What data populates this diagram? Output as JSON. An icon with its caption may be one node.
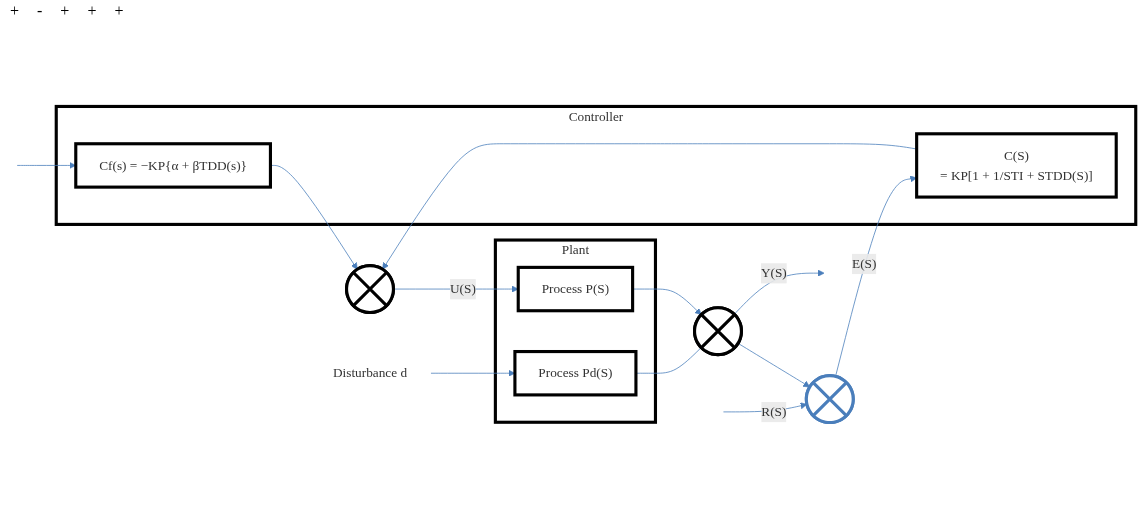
{
  "diagram": {
    "nodes": [
      {
        "text": [
          "Controller"
        ]
      },
      {
        "text": [
          "Cf(s) = −KP{α + βTDD(s)}"
        ],
        "in": 0
      },
      {
        "text": [
          "C(S)",
          "= KP[1 + 1/STI + STDD(S)]"
        ],
        "in": 0
      },
      {
        "text": [
          "Plant"
        ]
      },
      {
        "text": [
          "Process Pd(S)"
        ],
        "in": 3
      },
      {
        "text": [
          "Process P(S)"
        ],
        "in": 3
      },
      {
        "text": [],
        "shape": "circle"
      },
      {
        "text": [],
        "shape": "circle"
      },
      {
        "text": [],
        "shape": "circle"
      },
      {
        "text": [
          "Disturbance d"
        ]
      }
    ],
    "edges": [
      {
        "from": null,
        "to": 6,
        "arrow": "to",
        "label": "R(S)"
      },
      {
        "from": null,
        "to": 1,
        "arrow": "to"
      },
      {
        "from": 6,
        "to": 2,
        "arrow": "to",
        "label": "E(S)"
      },
      {
        "from": 1,
        "to": 7,
        "arrow": "to"
      },
      {
        "from": 2,
        "to": 7,
        "arrow": "to"
      },
      {
        "from": 7,
        "to": 5,
        "arrow": "to",
        "label": "U(S)"
      },
      {
        "from": 9,
        "to": 4,
        "arrow": "to"
      },
      {
        "from": 4,
        "to": 8,
        "arrow": "none"
      },
      {
        "from": 5,
        "to": 8,
        "arrow": "to"
      },
      {
        "from": 8,
        "to": null,
        "arrow": "to",
        "label": "Y(S)"
      },
      {
        "from": 8,
        "to": 6,
        "arrow": "to"
      }
    ],
    "labels": [
      "+",
      "-",
      "+",
      "+",
      "+"
    ]
  }
}
